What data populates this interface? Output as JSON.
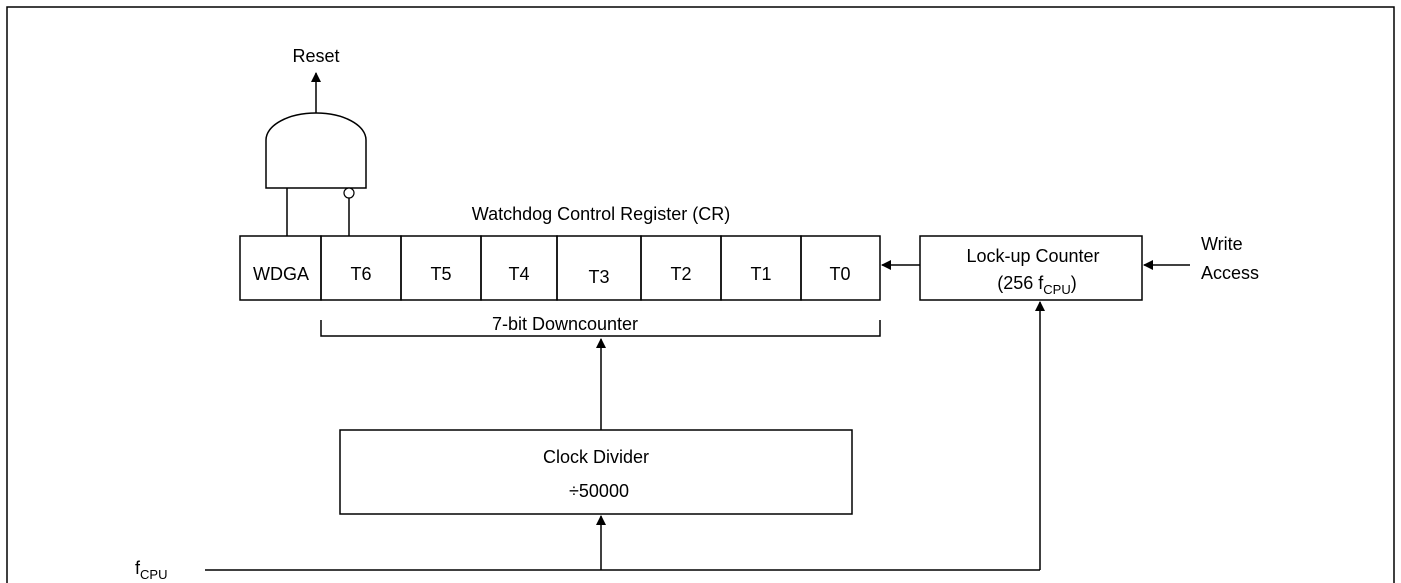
{
  "reset_label": "Reset",
  "register_title": "Watchdog Control Register (CR)",
  "register_bits": [
    "WDGA",
    "T6",
    "T5",
    "T4",
    "T3",
    "T2",
    "T1",
    "T0"
  ],
  "downcounter_label": "7-bit Downcounter",
  "lockup_counter": {
    "line1": "Lock-up Counter",
    "line2_prefix": "(256 f",
    "line2_sub": "CPU",
    "line2_suffix": ")"
  },
  "write_access": {
    "line1": "Write",
    "line2": "Access"
  },
  "clock_divider": {
    "line1": "Clock Divider",
    "line2": "÷50000"
  },
  "fcpu": {
    "base": "f",
    "sub": "CPU"
  }
}
